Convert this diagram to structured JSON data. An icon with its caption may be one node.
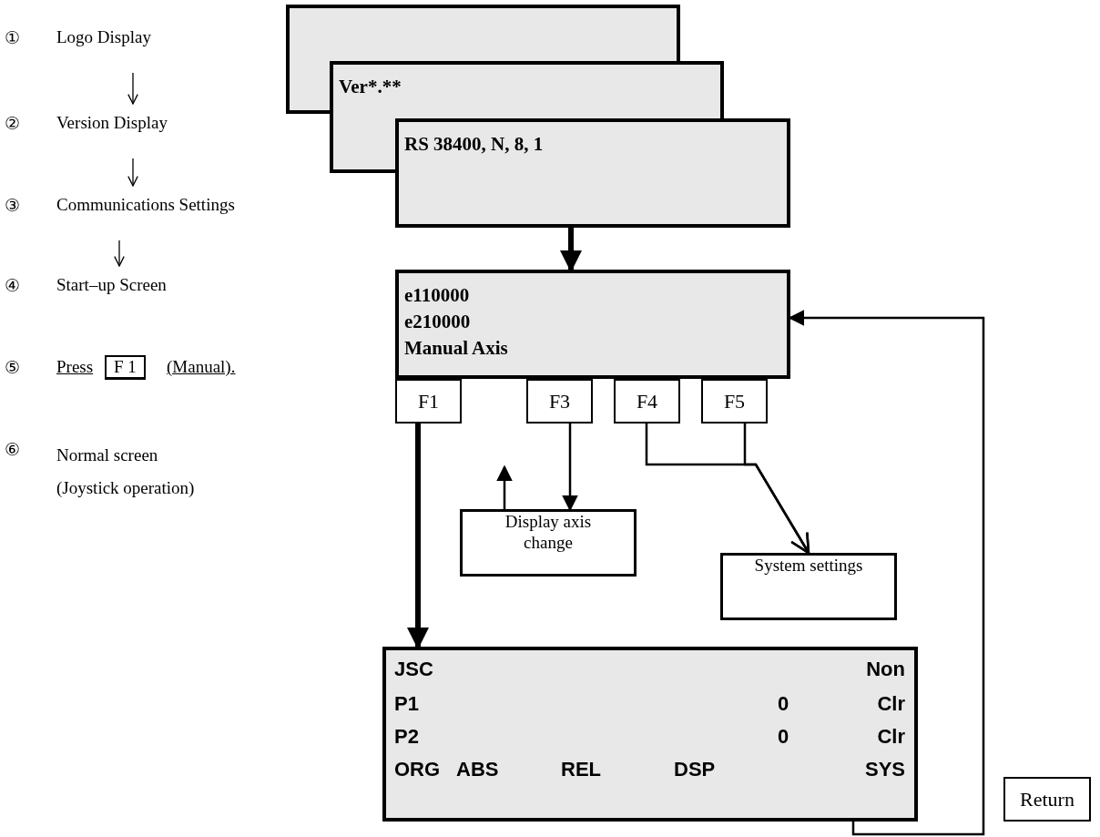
{
  "diagram": {
    "nodes": [
      {
        "text": [
          "①",
          "Logo Display"
        ]
      },
      {
        "text": [
          "②",
          "Version Display"
        ]
      },
      {
        "text": [
          "③",
          "Communications Settings"
        ]
      },
      {
        "text": [
          "④",
          "Start–up Screen"
        ]
      },
      {
        "text": [
          "⑤",
          "Press",
          "F 1",
          "(Manual)."
        ]
      },
      {
        "text": [
          "⑥",
          "Normal screen (Joystick operation)"
        ]
      },
      {
        "text": [],
        "shape": "box"
      },
      {
        "text": [
          "Ver*.**"
        ]
      },
      {
        "text": [
          "RS 38400, N, 8, 1"
        ]
      },
      {
        "text": [
          "e110000",
          "e210000",
          "Manual Axis"
        ]
      },
      {
        "text": [
          "F1"
        ]
      },
      {
        "text": [
          "F3"
        ]
      },
      {
        "text": [
          "F4"
        ]
      },
      {
        "text": [
          "F5"
        ]
      },
      {
        "text": [
          "Display axis change"
        ]
      },
      {
        "text": [
          "System settings"
        ]
      },
      {
        "text": [
          "JSC",
          "Non",
          "P1",
          "0",
          "Clr",
          "P2",
          "0",
          "Clr",
          "ORG",
          "ABS",
          "REL",
          "DSP",
          "SYS"
        ]
      },
      {
        "text": [
          "Return"
        ]
      }
    ],
    "edges": [
      {
        "from": 0,
        "to": 1,
        "arrow": "to"
      },
      {
        "from": 1,
        "to": 2,
        "arrow": "to"
      },
      {
        "from": 2,
        "to": 3,
        "arrow": "to"
      },
      {
        "from": 8,
        "to": 9,
        "arrow": "to",
        "style": "thick"
      },
      {
        "from": 10,
        "to": 16,
        "arrow": "to",
        "style": "thick"
      },
      {
        "from": 11,
        "to": 14,
        "arrow": "to"
      },
      {
        "from": 14,
        "to": null,
        "arrow": "to"
      },
      {
        "from": 12,
        "to": 15,
        "arrow": "to"
      },
      {
        "from": 13,
        "to": 15,
        "arrow": "to"
      },
      {
        "from": 16,
        "to": 9,
        "arrow": "to"
      }
    ]
  }
}
